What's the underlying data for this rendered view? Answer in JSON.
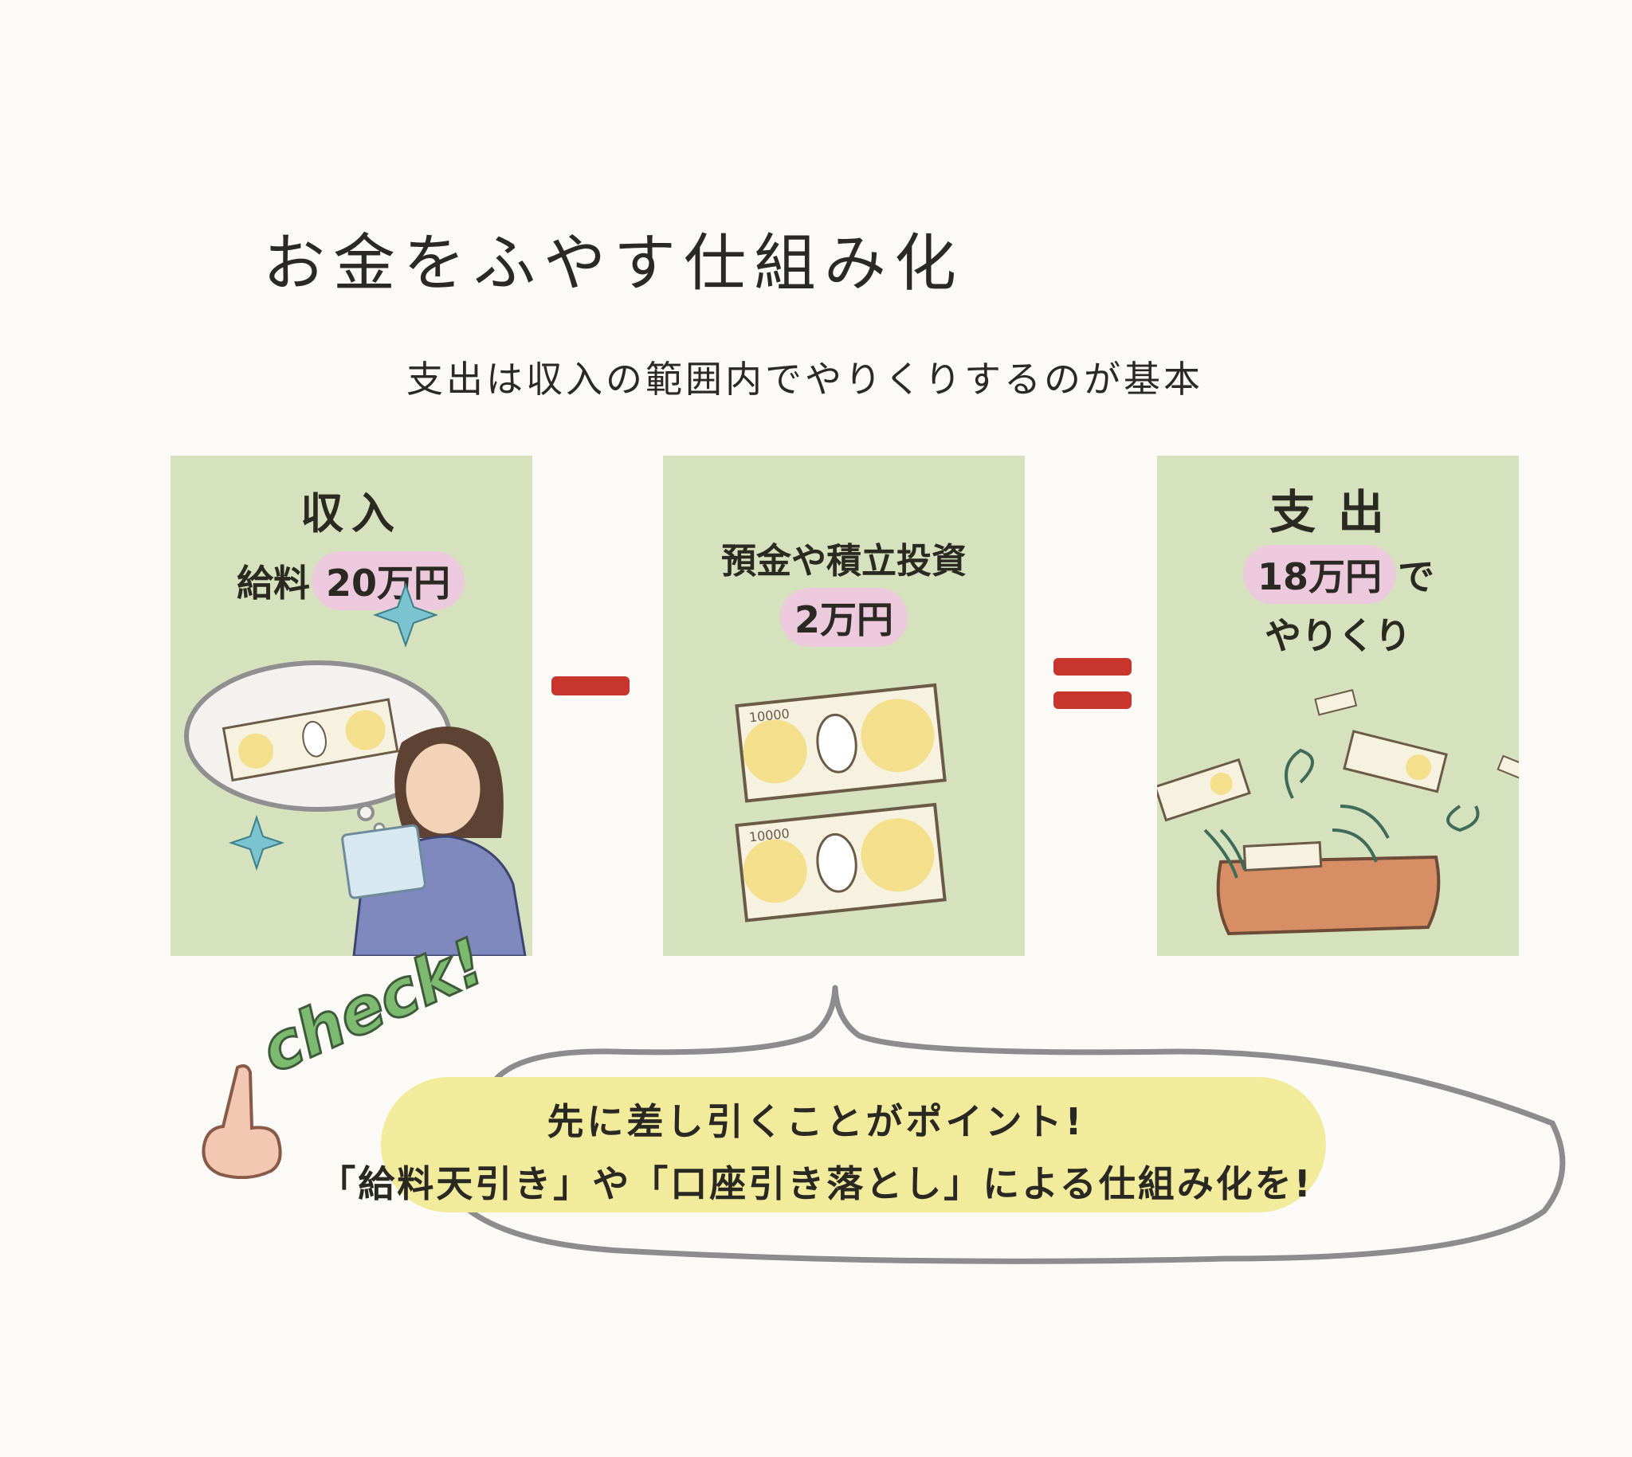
{
  "header": {
    "title": "お金をふやす仕組み化",
    "subtitle": "支出は収入の範囲内でやりくりするのが基本"
  },
  "panels": {
    "income": {
      "title": "収入",
      "label": "給料",
      "amount": "20万円"
    },
    "savings": {
      "title": "預金や積立投資",
      "amount": "2万円"
    },
    "expense": {
      "title": "支出",
      "amount": "18万円",
      "suffix": "で",
      "line2": "やりくり"
    }
  },
  "operators": {
    "minus": "minus-sign",
    "equals": "equals-sign"
  },
  "check": {
    "label": "check!",
    "line1": "先に差し引くことがポイント!",
    "line2": "「給料天引き」や「口座引き落とし」による仕組み化を!"
  },
  "banknote_denomination": "10000",
  "colors": {
    "panel_bg": "#d6e1bd",
    "pill": "#ecc9dd",
    "operator": "#c8352d",
    "highlight": "#f3eb9c",
    "check_green": "#7cba70"
  }
}
